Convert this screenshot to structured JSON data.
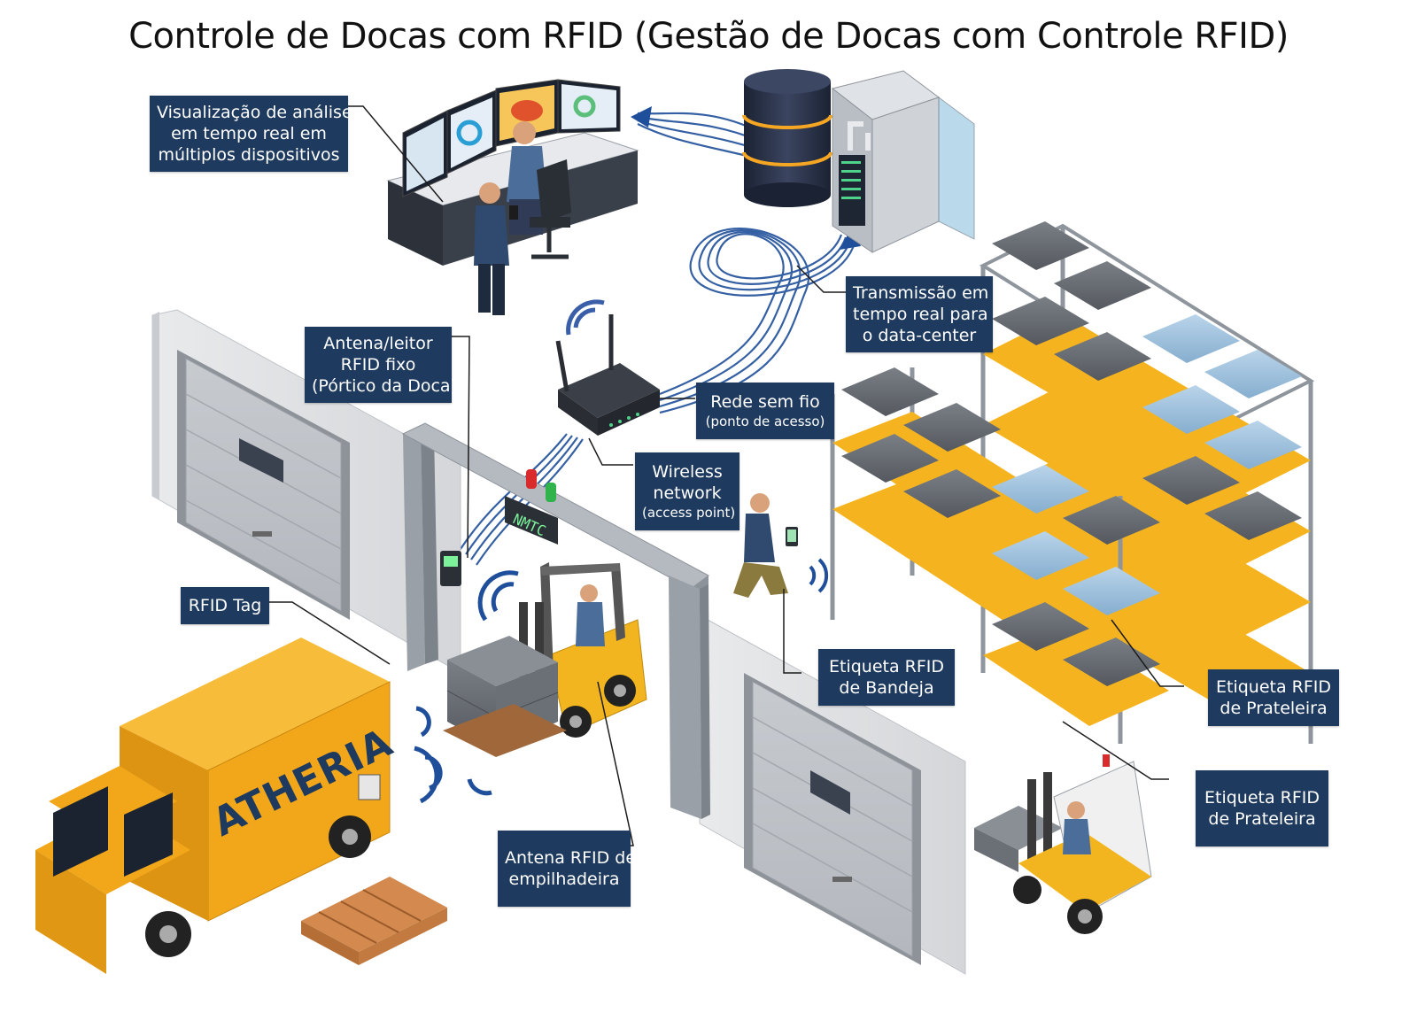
{
  "title": "Controle de Docas com RFID (Gestão de Docas com Controle RFID)",
  "colors": {
    "label_bg": "#1e3a5f",
    "truck": "#f2a71b",
    "shelf": "#f5b41f",
    "server_glow": "#f5a623",
    "link_line": "#1f4f9a"
  },
  "labels": {
    "analytics": [
      "Visualização de análises",
      "em tempo real em",
      "múltiplos dispositivos"
    ],
    "transmission": [
      "Transmissão em",
      "tempo real para",
      "o data-center"
    ],
    "antenna_fixed": [
      "Antena/leitor",
      "RFID fixo",
      "(Pórtico da Doca)"
    ],
    "wifi_pt": {
      "main": "Rede sem fio",
      "sub": "(ponto de acesso)"
    },
    "wifi_en": {
      "main": [
        "Wireless",
        "network"
      ],
      "sub": "(access point)"
    },
    "rfid_tag": "RFID Tag",
    "tray_tag": [
      "Etiqueta RFID",
      "de Bandeja"
    ],
    "shelf_tag_1": [
      "Etiqueta RFID",
      "de Prateleira"
    ],
    "shelf_tag_2": [
      "Etiqueta RFID",
      "de Prateleira"
    ],
    "forklift_antenna": [
      "Antena RFID de",
      "empilhadeira"
    ]
  },
  "truck_brand": "ATHERIA",
  "gate_display": "NMTC"
}
